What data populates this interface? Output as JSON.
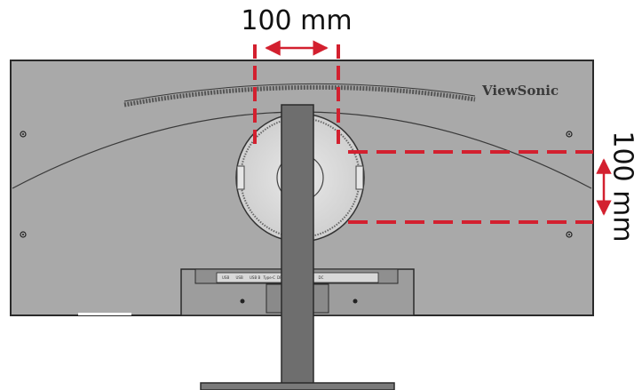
{
  "diagram": {
    "horizontal_spacing_label": "100 mm",
    "vertical_spacing_label": "100 mm",
    "brand": "ViewSonic",
    "ports": [
      "USB",
      "USB",
      "USB B",
      "Type-C",
      "DP",
      "",
      "∩",
      "DC"
    ]
  },
  "colors": {
    "monitor_body": "#a9a9a9",
    "monitor_outline": "#2a2a2a",
    "vesa_marker": "#d3202f",
    "stand": "#6e6e6e",
    "mount_plate": "#dcdcdc"
  },
  "icons": {
    "dimension_arrow": "double-headed-arrow",
    "screw_hole": "circle-dot"
  }
}
